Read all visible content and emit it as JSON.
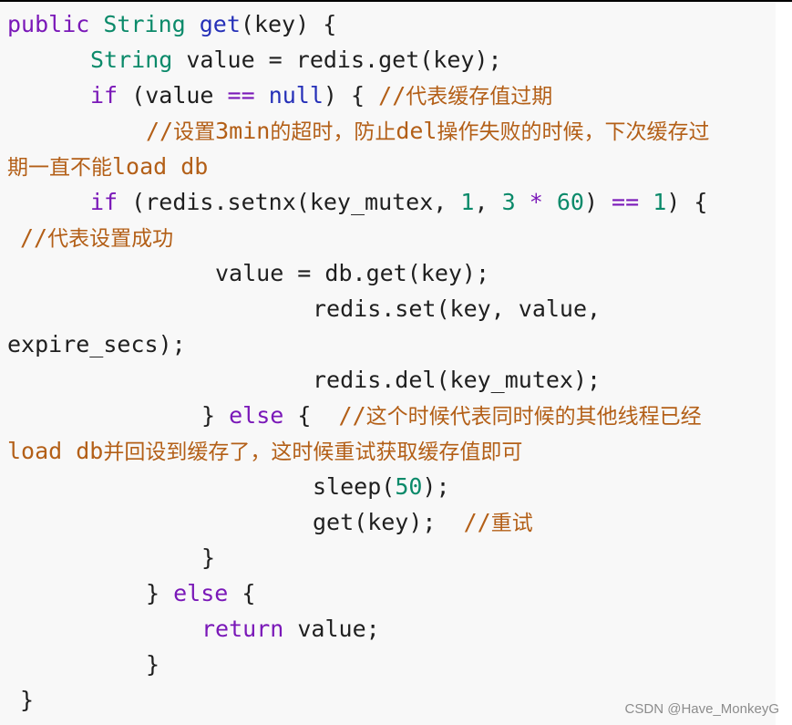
{
  "code": {
    "line1": {
      "kw_public": "public",
      "type_string": "String",
      "fn_get": "get",
      "rest": "(key) {"
    },
    "line2": {
      "type_string": "String",
      "rest_1": " value = redis.",
      "fn_get": "get",
      "rest_2": "(key);"
    },
    "line3": {
      "kw_if": "if",
      "rest_1": " (value ",
      "op_eq": "==",
      "rest_2": " ",
      "lit_null": "null",
      "rest_3": ") { ",
      "comment_slashes": "//",
      "comment_text": "代表缓存值过期"
    },
    "line4": {
      "comment_slashes": "//",
      "comment_text_1": "设置",
      "comment_code_1": "3min",
      "comment_text_2": "的超时，防止",
      "comment_code_2": "del",
      "comment_text_3": "操作失败的时候，下次缓存过"
    },
    "line5": {
      "comment_text_1": "期一直不能",
      "comment_code_1": "load db"
    },
    "line6": {
      "kw_if": "if",
      "rest_1": " (redis.setnx(key_mutex, ",
      "num_1": "1",
      "rest_2": ", ",
      "num_3": "3",
      "rest_3": " ",
      "op_mul": "*",
      "rest_4": " ",
      "num_60": "60",
      "rest_5": ") ",
      "op_eq": "==",
      "rest_6": " ",
      "num_1b": "1",
      "rest_7": ") {"
    },
    "line7": {
      "comment_slashes": "//",
      "comment_text": "代表设置成功"
    },
    "line8": {
      "text": "value = db.get(key);"
    },
    "line9": {
      "text": "redis.set(key, value,"
    },
    "line10": {
      "text": "expire_secs);"
    },
    "line11": {
      "text": "redis.del(key_mutex);"
    },
    "line12": {
      "rest_1": "} ",
      "kw_else": "else",
      "rest_2": " {  ",
      "comment_slashes": "//",
      "comment_text": "这个时候代表同时候的其他线程已经"
    },
    "line13": {
      "comment_code_1": "load db",
      "comment_text_1": "并回设到缓存了，这时候重试获取缓存值即可"
    },
    "line14": {
      "rest_1": "sleep(",
      "num_50": "50",
      "rest_2": ");"
    },
    "line15": {
      "rest_1": "get(key);  ",
      "comment_slashes": "//",
      "comment_text": "重试"
    },
    "line16": {
      "text": "}"
    },
    "line17": {
      "rest_1": "} ",
      "kw_else": "else",
      "rest_2": " {"
    },
    "line18": {
      "kw_return": "return",
      "rest": " value;"
    },
    "line19": {
      "text": "}"
    },
    "line20": {
      "text": "}"
    }
  },
  "watermark": "CSDN @Have_MonkeyG",
  "colors": {
    "background": "#f8f8f8",
    "keyword": "#7a18b8",
    "type": "#0b8a6a",
    "function": "#2530b8",
    "number": "#0b8a6a",
    "comment": "#b35f17",
    "text": "#1f1f1f"
  }
}
